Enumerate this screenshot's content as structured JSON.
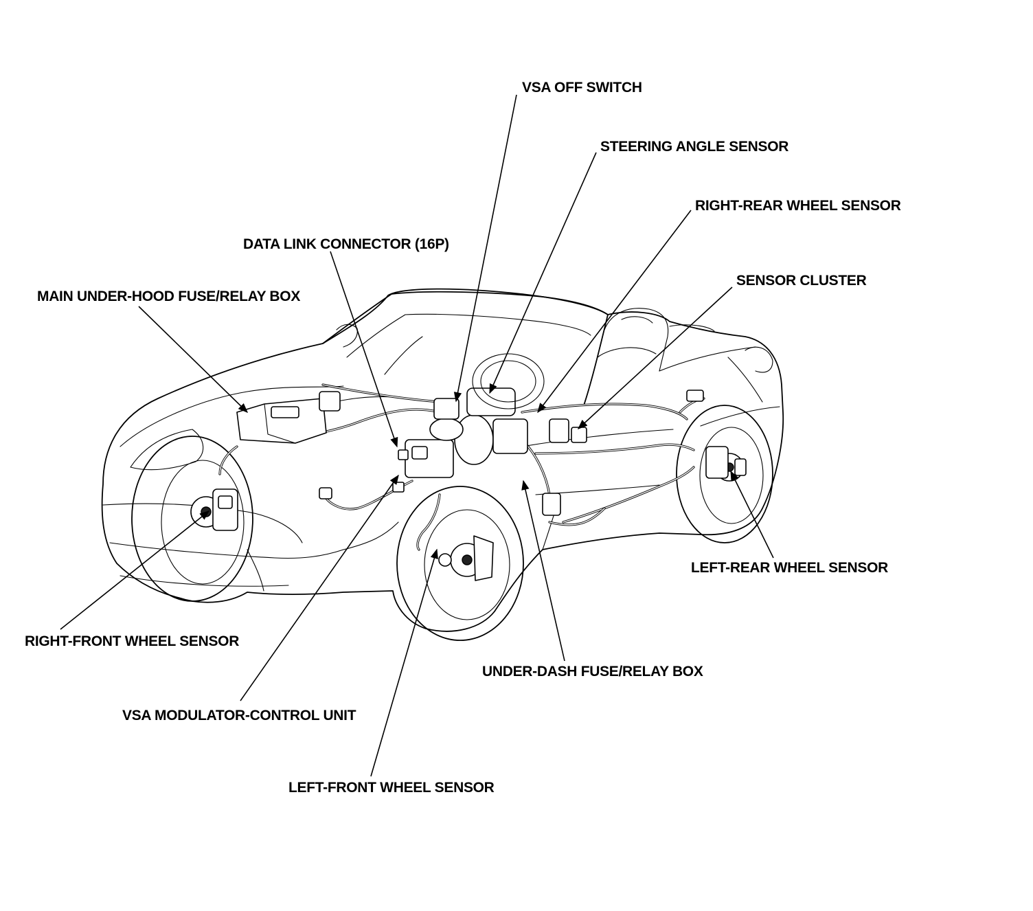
{
  "diagram": {
    "callouts": {
      "vsa_off_switch": "VSA OFF SWITCH",
      "steering_angle_sensor": "STEERING ANGLE SENSOR",
      "right_rear_wheel_sensor": "RIGHT-REAR WHEEL SENSOR",
      "data_link_connector": "DATA LINK CONNECTOR (16P)",
      "sensor_cluster": "SENSOR CLUSTER",
      "main_under_hood_fuse_relay_box": "MAIN UNDER-HOOD FUSE/RELAY BOX",
      "left_rear_wheel_sensor": "LEFT-REAR WHEEL SENSOR",
      "right_front_wheel_sensor": "RIGHT-FRONT WHEEL SENSOR",
      "under_dash_fuse_relay_box": "UNDER-DASH FUSE/RELAY BOX",
      "vsa_modulator_control_unit": "VSA MODULATOR-CONTROL UNIT",
      "left_front_wheel_sensor": "LEFT-FRONT WHEEL SENSOR"
    }
  }
}
